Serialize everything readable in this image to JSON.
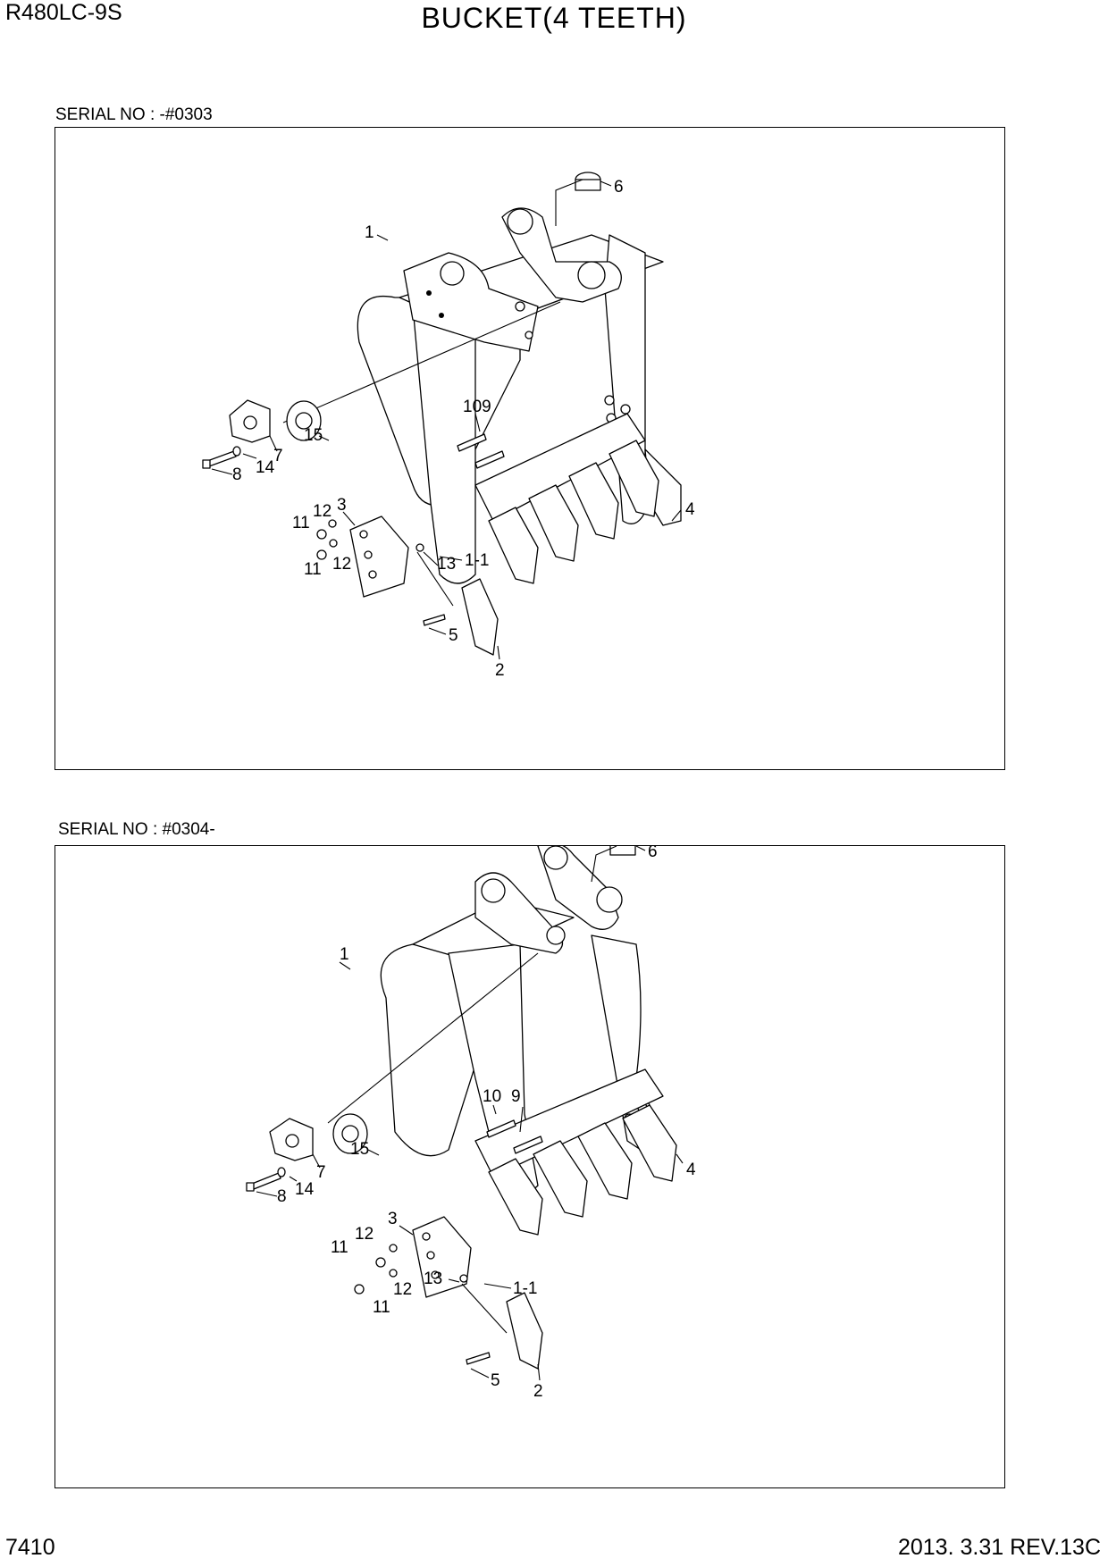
{
  "header": {
    "model": "R480LC-9S",
    "title": "BUCKET(4 TEETH)"
  },
  "footer": {
    "page_number": "7410",
    "revision": "2013. 3.31  REV.13C"
  },
  "views": [
    {
      "serial": "SERIAL NO : -#0303",
      "callouts": {
        "c1": "1",
        "c2": "2",
        "c3": "3",
        "c4": "4",
        "c5": "5",
        "c6": "6",
        "c7": "7",
        "c8": "8",
        "c109": "109",
        "c11a": "11",
        "c11b": "11",
        "c12a": "12",
        "c12b": "12",
        "c13": "13",
        "c14": "14",
        "c15": "15",
        "c1_1": "1-1"
      }
    },
    {
      "serial": "SERIAL NO : #0304-",
      "callouts": {
        "c1": "1",
        "c2": "2",
        "c3": "3",
        "c4": "4",
        "c5": "5",
        "c6": "6",
        "c7": "7",
        "c8": "8",
        "c9": "9",
        "c10": "10",
        "c11a": "11",
        "c11b": "11",
        "c12a": "12",
        "c12b": "12",
        "c13": "13",
        "c14": "14",
        "c15": "15",
        "c1_1": "1-1"
      }
    }
  ]
}
